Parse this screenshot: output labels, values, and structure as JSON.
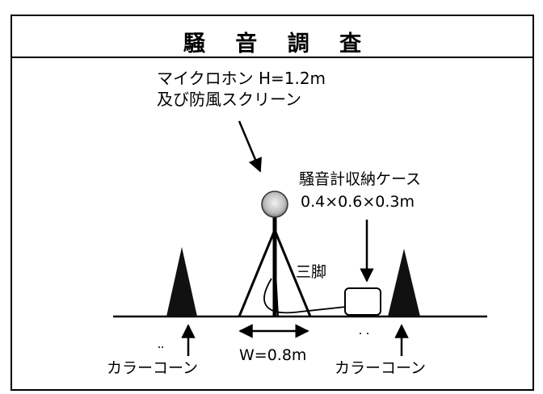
{
  "title": "騒 音 調 査",
  "labels": {
    "mic_line1": "マイクロホン H=1.2m",
    "mic_line2": "及び防風スクリーン",
    "case_title": "騒音計収納ケース",
    "case_size": "0.4×0.6×0.3m",
    "tripod": "三脚",
    "width": "W=0.8m",
    "cone_left": "カラーコーン",
    "cone_right": "カラーコーン"
  }
}
